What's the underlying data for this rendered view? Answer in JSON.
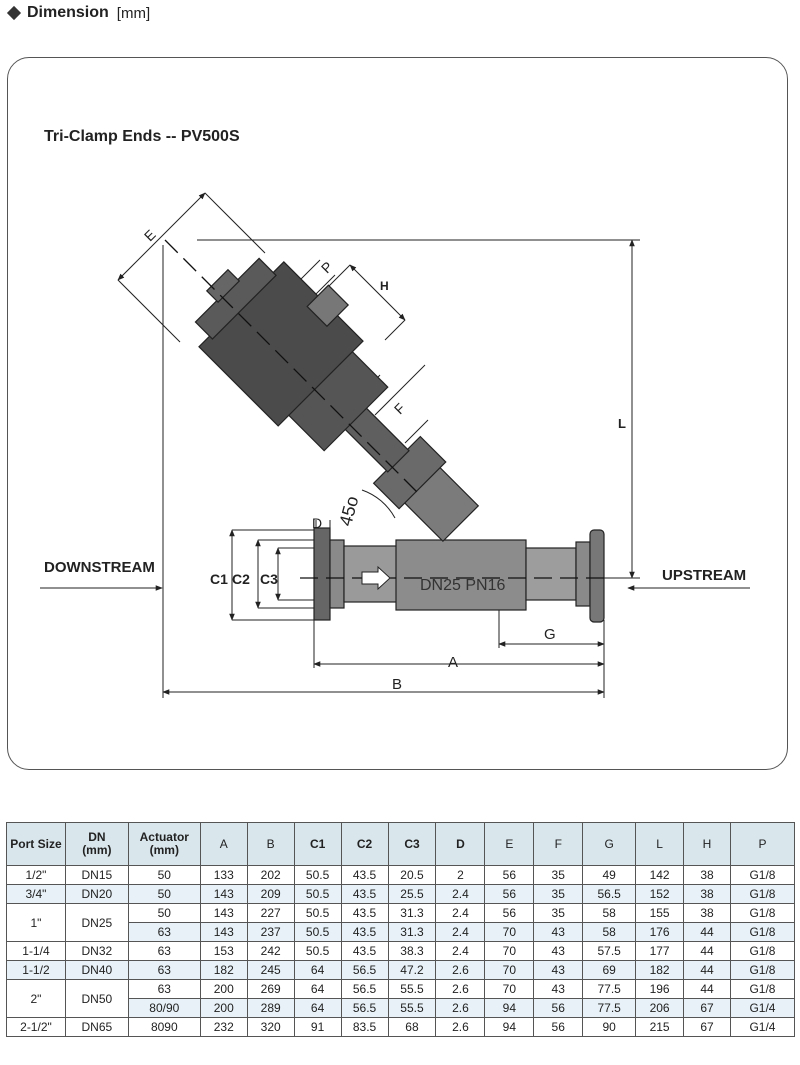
{
  "header": {
    "title": "Dimension",
    "unit": "[mm]"
  },
  "drawing": {
    "title": "Tri-Clamp Ends -- PV500S",
    "downstream": "DOWNSTREAM",
    "upstream": "UPSTREAM",
    "angle": "45o",
    "body_marking": "DN25  PN16",
    "labels": {
      "A": "A",
      "B": "B",
      "C1": "C1",
      "C2": "C2",
      "C3": "C3",
      "D": "D",
      "E": "E",
      "F": "F",
      "G": "G",
      "L": "L",
      "H": "H",
      "P": "P"
    }
  },
  "table": {
    "headers": [
      "Port Size",
      "DN\n(mm)",
      "Actuator\n(mm)",
      "A",
      "B",
      "C1",
      "C2",
      "C3",
      "D",
      "E",
      "F",
      "G",
      "L",
      "H",
      "P"
    ],
    "rows": [
      {
        "port": "1/2\"",
        "dn": "DN15",
        "act": "50",
        "vals": [
          "133",
          "202",
          "50.5",
          "43.5",
          "20.5",
          "2",
          "56",
          "35",
          "49",
          "142",
          "38",
          "G1/8"
        ]
      },
      {
        "port": "3/4\"",
        "dn": "DN20",
        "act": "50",
        "vals": [
          "143",
          "209",
          "50.5",
          "43.5",
          "25.5",
          "2.4",
          "56",
          "35",
          "56.5",
          "152",
          "38",
          "G1/8"
        ]
      },
      {
        "port": "1\"",
        "dn": "DN25",
        "act": "50",
        "vals": [
          "143",
          "227",
          "50.5",
          "43.5",
          "31.3",
          "2.4",
          "56",
          "35",
          "58",
          "155",
          "38",
          "G1/8"
        ]
      },
      {
        "port": "",
        "dn": "",
        "act": "63",
        "vals": [
          "143",
          "237",
          "50.5",
          "43.5",
          "31.3",
          "2.4",
          "70",
          "43",
          "58",
          "176",
          "44",
          "G1/8"
        ]
      },
      {
        "port": "1-1/4",
        "dn": "DN32",
        "act": "63",
        "vals": [
          "153",
          "242",
          "50.5",
          "43.5",
          "38.3",
          "2.4",
          "70",
          "43",
          "57.5",
          "177",
          "44",
          "G1/8"
        ]
      },
      {
        "port": "1-1/2",
        "dn": "DN40",
        "act": "63",
        "vals": [
          "182",
          "245",
          "64",
          "56.5",
          "47.2",
          "2.6",
          "70",
          "43",
          "69",
          "182",
          "44",
          "G1/8"
        ]
      },
      {
        "port": "2\"",
        "dn": "DN50",
        "act": "63",
        "vals": [
          "200",
          "269",
          "64",
          "56.5",
          "55.5",
          "2.6",
          "70",
          "43",
          "77.5",
          "196",
          "44",
          "G1/8"
        ]
      },
      {
        "port": "",
        "dn": "",
        "act": "80/90",
        "vals": [
          "200",
          "289",
          "64",
          "56.5",
          "55.5",
          "2.6",
          "94",
          "56",
          "77.5",
          "206",
          "67",
          "G1/4"
        ]
      },
      {
        "port": "2-1/2\"",
        "dn": "DN65",
        "act": "8090",
        "vals": [
          "232",
          "320",
          "91",
          "83.5",
          "68",
          "2.6",
          "94",
          "56",
          "90",
          "215",
          "67",
          "G1/4"
        ]
      }
    ]
  }
}
